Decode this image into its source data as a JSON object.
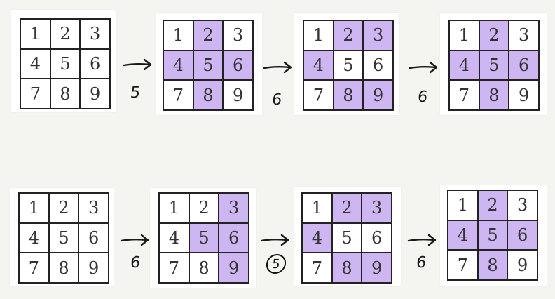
{
  "rows": [
    {
      "grids": [
        {
          "cells": [
            "1",
            "2",
            "3",
            "4",
            "5",
            "6",
            "7",
            "8",
            "9"
          ],
          "highlighted": []
        },
        {
          "cells": [
            "1",
            "2",
            "3",
            "4",
            "5",
            "6",
            "7",
            "8",
            "9"
          ],
          "highlighted": [
            1,
            3,
            4,
            5,
            7
          ]
        },
        {
          "cells": [
            "1",
            "2",
            "3",
            "4",
            "5",
            "6",
            "7",
            "8",
            "9"
          ],
          "highlighted": [
            1,
            2,
            3,
            7,
            8
          ]
        },
        {
          "cells": [
            "1",
            "2",
            "3",
            "4",
            "5",
            "6",
            "7",
            "8",
            "9"
          ],
          "highlighted": [
            1,
            3,
            4,
            5,
            7
          ]
        }
      ],
      "steps": [
        {
          "label": "5",
          "circled": false
        },
        {
          "label": "6",
          "circled": false
        },
        {
          "label": "6",
          "circled": false
        }
      ]
    },
    {
      "grids": [
        {
          "cells": [
            "1",
            "2",
            "3",
            "4",
            "5",
            "6",
            "7",
            "8",
            "9"
          ],
          "highlighted": []
        },
        {
          "cells": [
            "1",
            "2",
            "3",
            "4",
            "5",
            "6",
            "7",
            "8",
            "9"
          ],
          "highlighted": [
            2,
            4,
            5,
            8
          ]
        },
        {
          "cells": [
            "1",
            "2",
            "3",
            "4",
            "5",
            "6",
            "7",
            "8",
            "9"
          ],
          "highlighted": [
            1,
            2,
            3,
            7,
            8
          ]
        },
        {
          "cells": [
            "1",
            "2",
            "3",
            "4",
            "5",
            "6",
            "7",
            "8",
            "9"
          ],
          "highlighted": [
            1,
            3,
            4,
            5,
            7
          ]
        }
      ],
      "steps": [
        {
          "label": "6",
          "circled": false
        },
        {
          "label": "5",
          "circled": true
        },
        {
          "label": "6",
          "circled": false
        }
      ]
    }
  ],
  "colors": {
    "highlight": "#cdb6f2",
    "line": "#222222",
    "ink": "#1a1a1a"
  }
}
